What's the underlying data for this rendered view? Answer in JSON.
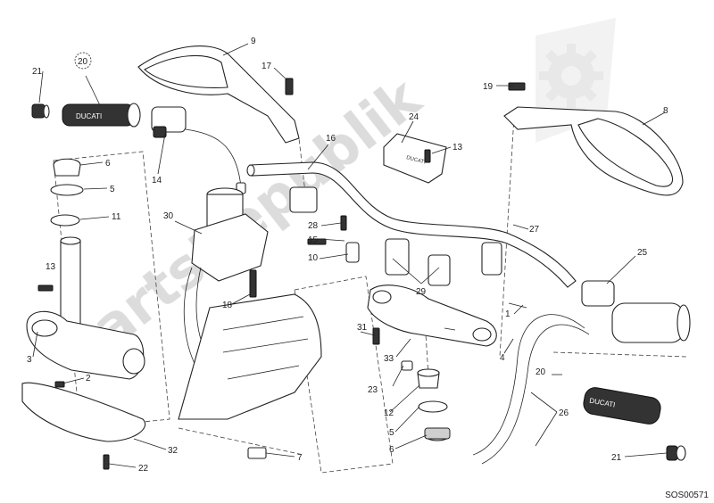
{
  "diagram": {
    "reference_code": "SOS00571",
    "callouts": [
      {
        "id": "c9",
        "text": "9"
      },
      {
        "id": "c17",
        "text": "17"
      },
      {
        "id": "c21a",
        "text": "21"
      },
      {
        "id": "c20a",
        "text": "20"
      },
      {
        "id": "c6a",
        "text": "6"
      },
      {
        "id": "c5a",
        "text": "5"
      },
      {
        "id": "c11",
        "text": "11"
      },
      {
        "id": "c14",
        "text": "14"
      },
      {
        "id": "c16",
        "text": "16"
      },
      {
        "id": "c24",
        "text": "24"
      },
      {
        "id": "c13a",
        "text": "13"
      },
      {
        "id": "c19",
        "text": "19"
      },
      {
        "id": "c8",
        "text": "8"
      },
      {
        "id": "c30",
        "text": "30"
      },
      {
        "id": "c28",
        "text": "28"
      },
      {
        "id": "c15",
        "text": "15"
      },
      {
        "id": "c10",
        "text": "10"
      },
      {
        "id": "c27",
        "text": "27"
      },
      {
        "id": "c25",
        "text": "25"
      },
      {
        "id": "c13b",
        "text": "13"
      },
      {
        "id": "c29",
        "text": "29"
      },
      {
        "id": "c18",
        "text": "18"
      },
      {
        "id": "c31",
        "text": "31"
      },
      {
        "id": "c1",
        "text": "1"
      },
      {
        "id": "c4",
        "text": "4"
      },
      {
        "id": "c3",
        "text": "3"
      },
      {
        "id": "c2",
        "text": "2"
      },
      {
        "id": "c33",
        "text": "33"
      },
      {
        "id": "c23",
        "text": "23"
      },
      {
        "id": "c12",
        "text": "12"
      },
      {
        "id": "c5b",
        "text": "5"
      },
      {
        "id": "c6b",
        "text": "6"
      },
      {
        "id": "c20b",
        "text": "20"
      },
      {
        "id": "c26",
        "text": "26"
      },
      {
        "id": "c32",
        "text": "32"
      },
      {
        "id": "c22",
        "text": "22"
      },
      {
        "id": "c7",
        "text": "7"
      },
      {
        "id": "c21b",
        "text": "21"
      }
    ],
    "grip_brand": "DUCATI",
    "clamp_brand": "DUCATI",
    "watermark": "PartsRepublik"
  }
}
